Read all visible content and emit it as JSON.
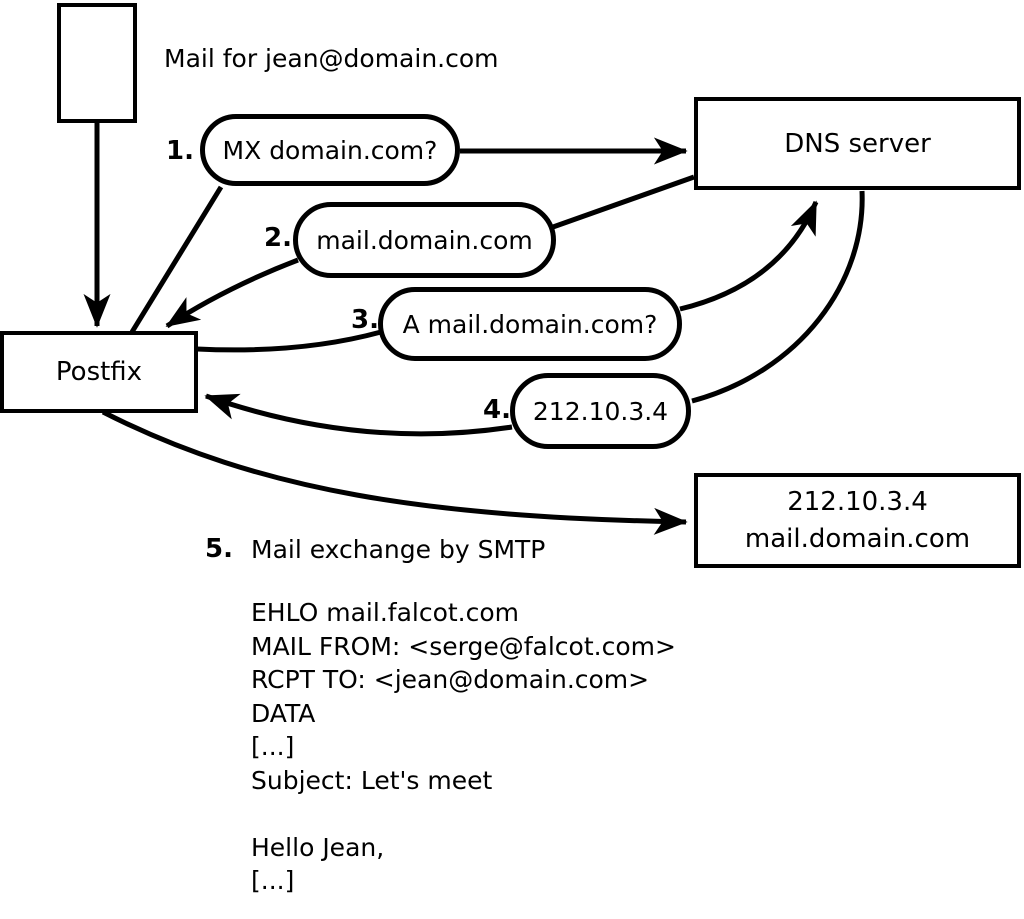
{
  "labels": {
    "mail_for": "Mail for jean@domain.com",
    "postfix": "Postfix",
    "dns_server": "DNS server",
    "destination_ip": "212.10.3.4",
    "destination_host": "mail.domain.com"
  },
  "steps": [
    {
      "num": "1.",
      "label": "MX domain.com?"
    },
    {
      "num": "2.",
      "label": "mail.domain.com"
    },
    {
      "num": "3.",
      "label": "A mail.domain.com?"
    },
    {
      "num": "4.",
      "label": "212.10.3.4"
    },
    {
      "num": "5.",
      "label": "Mail exchange by SMTP"
    }
  ],
  "smtp_transcript": [
    "EHLO mail.falcot.com",
    "MAIL FROM: <serge@falcot.com>",
    "RCPT TO: <jean@domain.com>",
    "DATA",
    "[...]",
    "Subject: Let's meet",
    "",
    "Hello Jean,",
    "[...]",
    "."
  ],
  "colors": {
    "line": "#000000",
    "background": "#ffffff"
  }
}
